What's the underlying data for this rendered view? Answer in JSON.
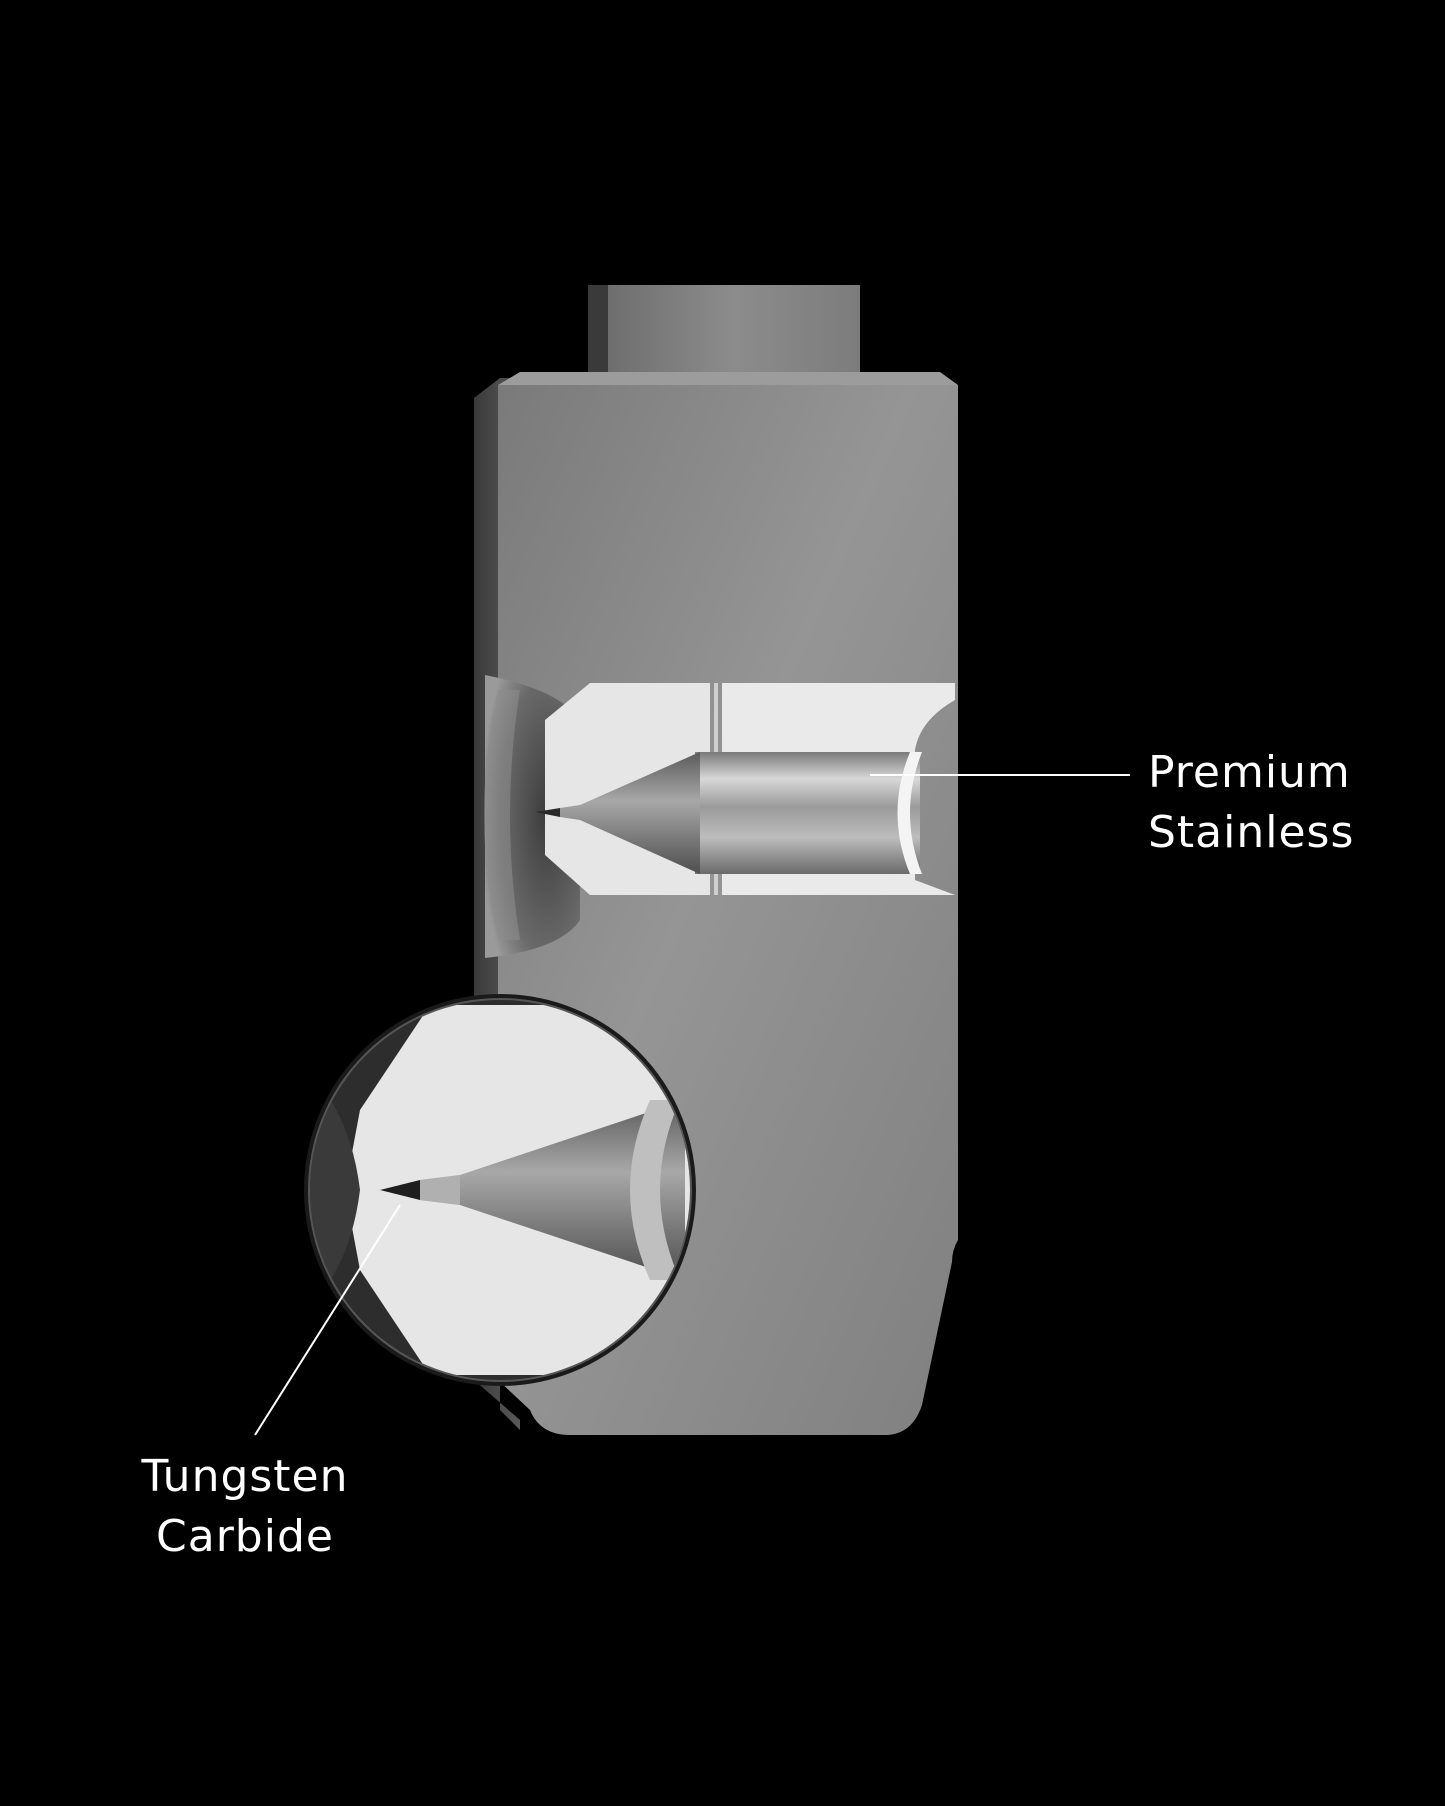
{
  "callouts": {
    "stainless": {
      "lines": [
        "Premium",
        "Stainless"
      ],
      "leader_color": "#ffffff"
    },
    "tungsten": {
      "lines": [
        "Tungsten",
        "Carbide"
      ],
      "leader_color": "#ffffff"
    }
  },
  "colors": {
    "background": "#000000",
    "body_metal": "#8a8a8a",
    "bore_light": "#ececec",
    "label_text": "#ffffff"
  }
}
